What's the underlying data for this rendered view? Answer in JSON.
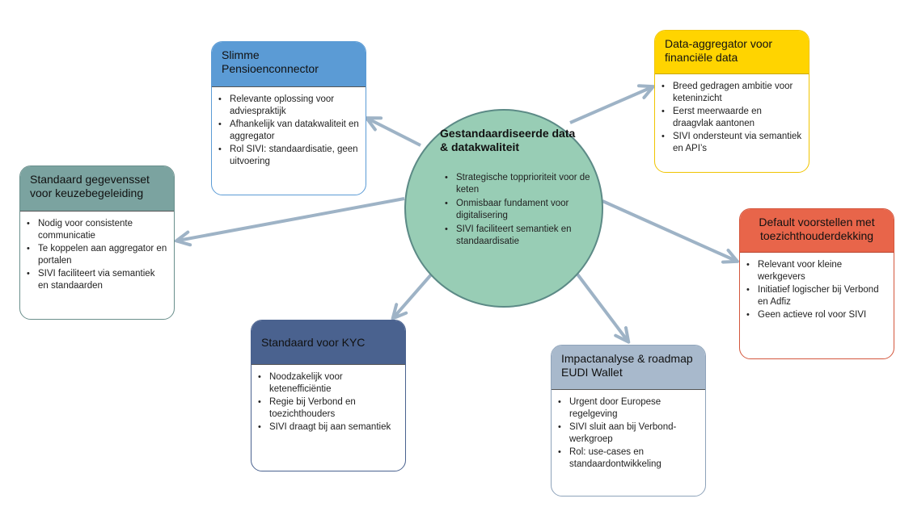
{
  "center": {
    "title": "Gestandaardiseerde data & datakwaliteit",
    "bullets": [
      "Strategische topprioriteit voor de keten",
      "Onmisbaar fundament voor digitalisering",
      "SIVI faciliteert semantiek en standaardisatie"
    ]
  },
  "cards": {
    "pensioen": {
      "title": "Slimme Pensioenconnector",
      "color": "#5b9bd5",
      "bullets": [
        "Relevante oplossing voor adviespraktijk",
        "Afhankelijk van datakwaliteit en aggregator",
        "Rol SIVI: standaardisatie, geen uitvoering"
      ]
    },
    "aggregator": {
      "title": "Data-aggregator voor financiële data",
      "color": "#ffd400",
      "bullets": [
        "Breed gedragen ambitie voor keteninzicht",
        "Eerst meerwaarde en draagvlak aantonen",
        "SIVI ondersteunt via semantiek en API’s"
      ]
    },
    "keuze": {
      "title": "Standaard gegevensset voor keuzebegeleiding",
      "color": "#7ba3a0",
      "bullets": [
        "Nodig voor consistente communicatie",
        "Te koppelen aan aggregator en portalen",
        "SIVI faciliteert via semantiek en standaarden"
      ]
    },
    "default": {
      "title": "Default voorstellen met toezichthouderdekking",
      "color": "#e8654a",
      "bullets": [
        "Relevant voor kleine werkgevers",
        "Initiatief logischer bij Verbond en Adfiz",
        "Geen actieve rol voor SIVI"
      ]
    },
    "kyc": {
      "title": "Standaard voor KYC",
      "color": "#4a628f",
      "bullets": [
        "Noodzakelijk voor ketenefficiëntie",
        "Regie bij Verbond en toezichthouders",
        "SIVI draagt bij aan semantiek"
      ]
    },
    "eudi": {
      "title": "Impactanalyse & roadmap EUDI Wallet",
      "color": "#a8b9cc",
      "bullets": [
        "Urgent door Europese regelgeving",
        "SIVI sluit aan bij Verbond-werkgroep",
        "Rol: use-cases en standaardontwikkeling"
      ]
    }
  },
  "arrow_color": "#9eb3c6"
}
